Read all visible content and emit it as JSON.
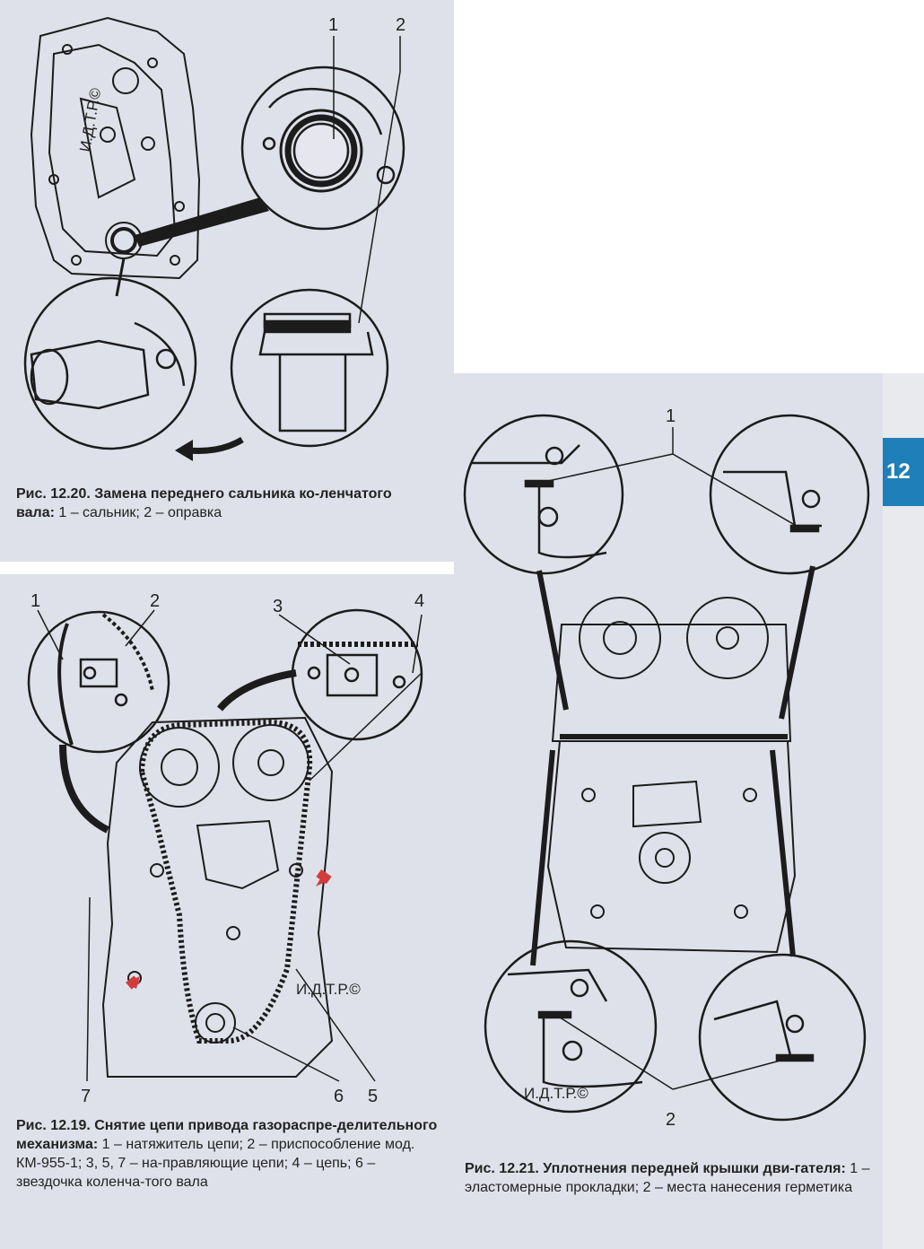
{
  "page_tab": "12",
  "fig_12_20": {
    "callouts": [
      "1",
      "2"
    ],
    "stamp": "И.Д.Т.Р.©",
    "caption_title": "Рис. 12.20. Замена переднего сальника ко-ленчатого вала:",
    "caption_text": " 1 – сальник; 2 – оправка"
  },
  "fig_12_19": {
    "callouts": [
      "1",
      "2",
      "3",
      "4",
      "5",
      "6",
      "7"
    ],
    "stamp": "И.Д.Т.Р.©",
    "caption_title": "Рис. 12.19. Снятие цепи привода газораспре-делительного механизма:",
    "caption_text": " 1 – натяжитель цепи; 2 – приспособление мод. КМ-955-1; 3, 5, 7 – на-правляющие цепи; 4 – цепь; 6 – звездочка коленча-того вала"
  },
  "fig_12_21": {
    "callouts": [
      "1",
      "2"
    ],
    "stamp": "И.Д.Т.Р.©",
    "caption_title": "Рис. 12.21. Уплотнения передней крышки дви-гателя:",
    "caption_text": " 1 – эластомерные прокладки; 2 – места нанесения герметика"
  },
  "colors": {
    "panel": "#dfe1ea",
    "line": "#1c1c1c",
    "arrow_red": "#d23c3c",
    "tab": "#1f7fb8"
  }
}
